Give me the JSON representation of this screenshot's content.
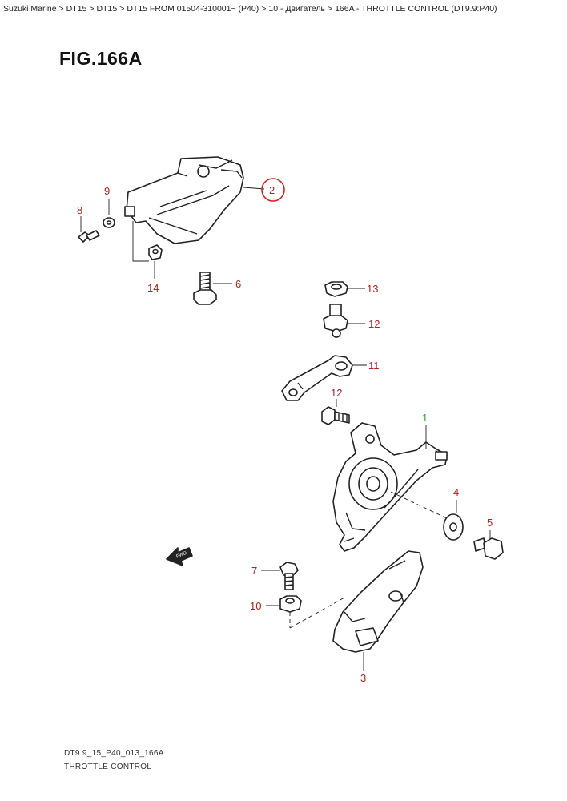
{
  "breadcrumb": {
    "items": [
      "Suzuki Marine",
      "DT15",
      "DT15",
      "DT15 FROM 01504-310001~ (P40)",
      "10 - Двигатель",
      "166A - THROTTLE CONTROL (DT9.9:P40)"
    ],
    "separator": ">"
  },
  "figure": {
    "title": "FIG.166A",
    "code": "DT9.9_15_P40_013_166A",
    "caption": "THROTTLE CONTROL",
    "fwd_label": "FWD"
  },
  "callouts": {
    "c1": "1",
    "c2": "2",
    "c3": "3",
    "c4": "4",
    "c5": "5",
    "c6": "6",
    "c7": "7",
    "c8": "8",
    "c9": "9",
    "c10": "10",
    "c11": "11",
    "c12a": "12",
    "c12b": "12",
    "c13": "13",
    "c14": "14"
  },
  "colors": {
    "callout_red": "#b32020",
    "callout_green": "#2a9d3a",
    "highlight_ring": "#d42020"
  }
}
